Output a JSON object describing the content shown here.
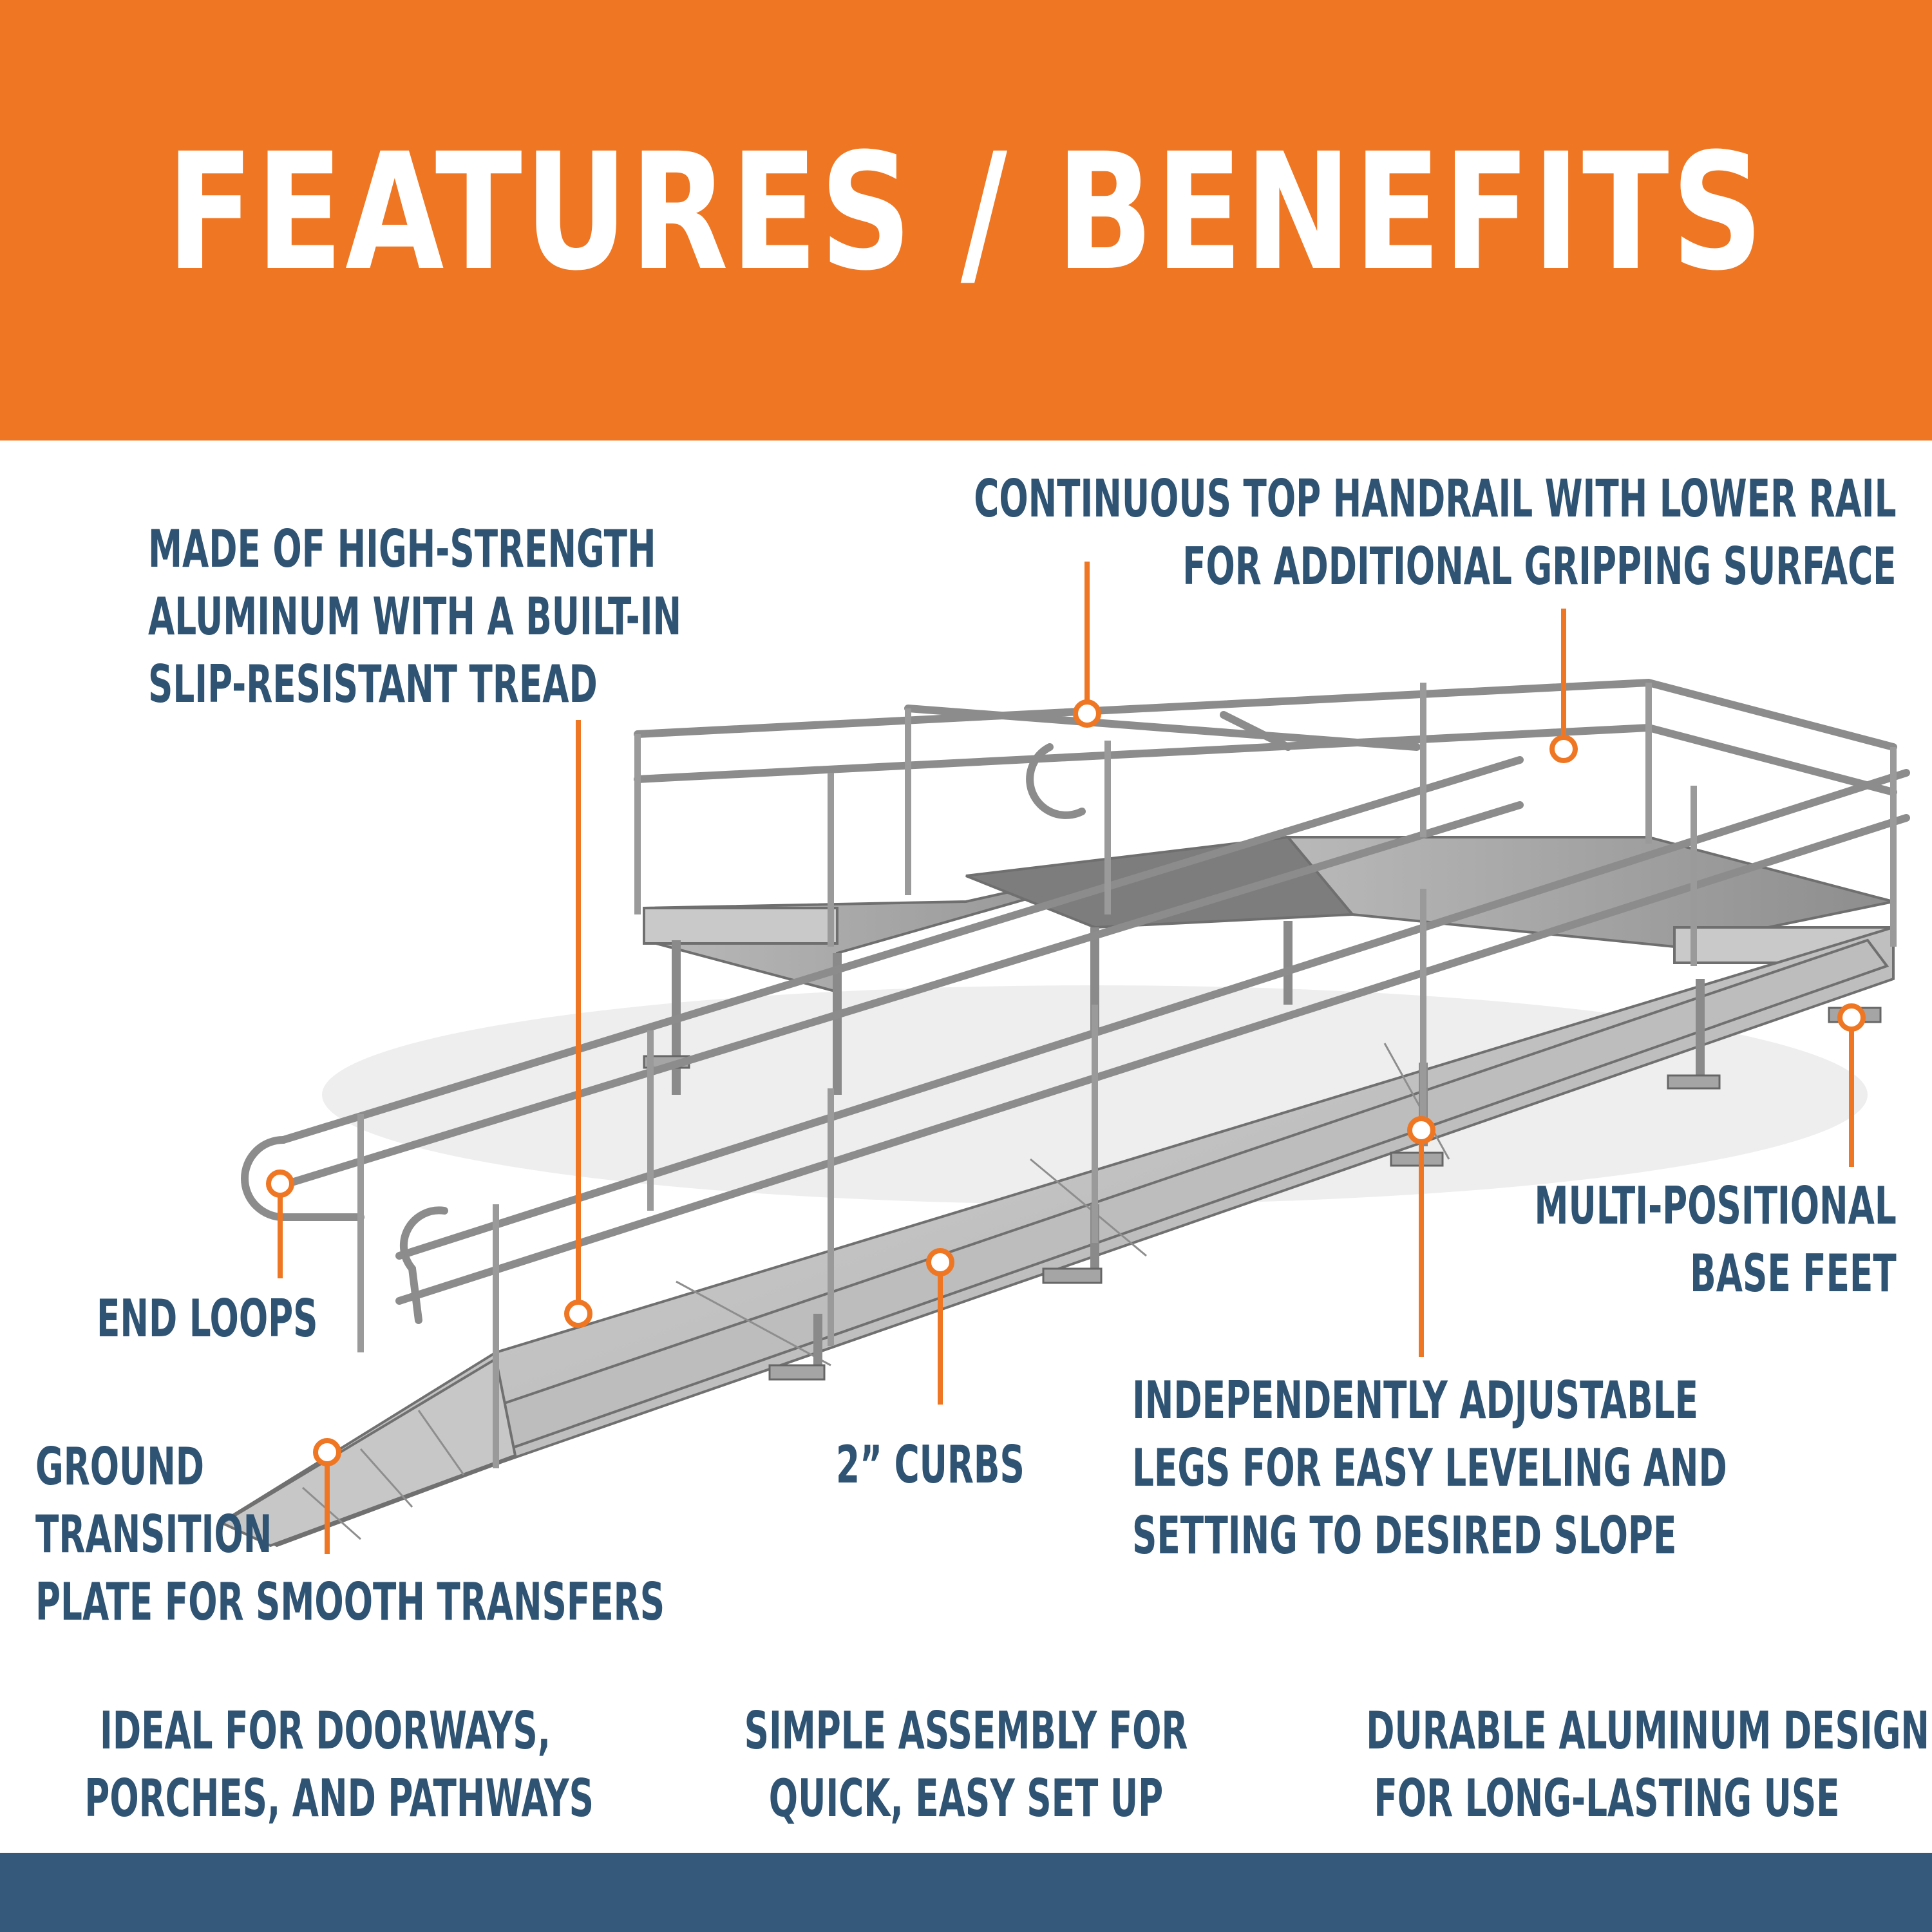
{
  "header": {
    "title": "FEATURES / BENEFITS"
  },
  "callouts": {
    "material": [
      "MADE OF HIGH-STRENGTH",
      "ALUMINUM WITH A BUILT-IN",
      "SLIP-RESISTANT TREAD"
    ],
    "handrail": [
      "CONTINUOUS TOP HANDRAIL WITH LOWER RAIL",
      "FOR ADDITIONAL GRIPPING SURFACE"
    ],
    "end_loops": [
      "END LOOPS"
    ],
    "base_feet": [
      "MULTI-POSITIONAL",
      "BASE FEET"
    ],
    "ground_plate": [
      "GROUND",
      "TRANSITION",
      "PLATE FOR SMOOTH TRANSFERS"
    ],
    "curbs": [
      "2” CURBS"
    ],
    "legs": [
      "INDEPENDENTLY ADJUSTABLE",
      "LEGS FOR EASY LEVELING AND",
      "SETTING TO DESIRED SLOPE"
    ]
  },
  "benefits": {
    "doorways": [
      "IDEAL FOR DOORWAYS,",
      "PORCHES, AND PATHWAYS"
    ],
    "assembly": [
      "SIMPLE ASSEMBLY FOR",
      "QUICK, EASY SET UP"
    ],
    "durable": [
      "DURABLE ALUMINUM DESIGN",
      "FOR LONG-LASTING USE"
    ]
  },
  "colors": {
    "orange": "#ef7622",
    "navy": "#2f5373",
    "footer": "#35597a",
    "white": "#ffffff"
  }
}
